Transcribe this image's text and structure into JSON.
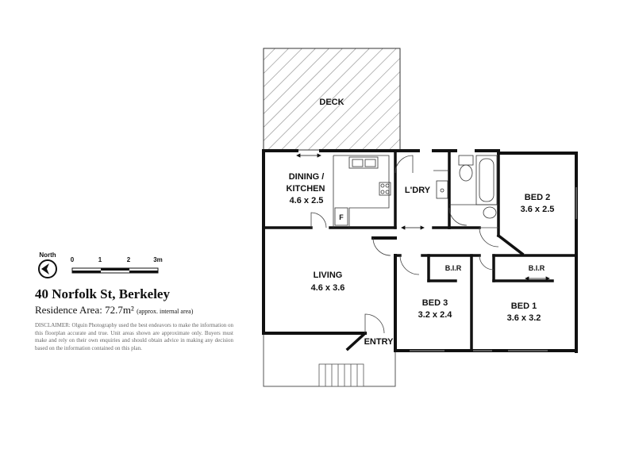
{
  "property": {
    "address": "40 Norfolk St, Berkeley",
    "area_label": "Residence Area: 72.7m²",
    "area_note": "(approx. internal area)",
    "disclaimer": "DISCLAIMER: Olguin Photography used the best endeavors to make the information on this floorplan accurate and true. Unit areas shown are approximate only. Buyers must make and rely on their own enquiries and should obtain advice in making any decision based on the information contained on this plan."
  },
  "legend": {
    "north_label": "North",
    "scale_ticks": [
      "0",
      "1",
      "2",
      "3m"
    ]
  },
  "rooms": {
    "deck": {
      "name": "DECK"
    },
    "dining": {
      "name_line1": "DINING  /",
      "name_line2": "KITCHEN",
      "dims": "4.6 x 2.5",
      "fridge": "F"
    },
    "laundry": {
      "name": "L'DRY"
    },
    "bed2": {
      "name": "BED 2",
      "dims": "3.6 x 2.5"
    },
    "living": {
      "name": "LIVING",
      "dims": "4.6 x 3.6"
    },
    "bed3": {
      "name": "BED 3",
      "dims": "3.2 x 2.4",
      "robe": "B.I.R"
    },
    "bed1": {
      "name": "BED 1",
      "dims": "3.6 x 3.2",
      "robe": "B.I.R"
    },
    "entry": {
      "name": "ENTRY"
    }
  }
}
